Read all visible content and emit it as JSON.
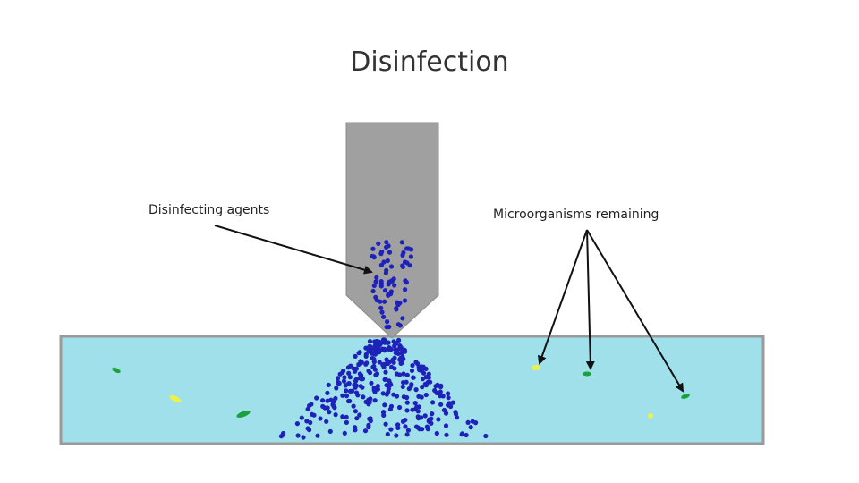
{
  "title": "Disinfection",
  "labels": {
    "agents": "Disinfecting agents",
    "microorganisms": "Microorganisms remaining"
  },
  "colors": {
    "nozzle": "#a0a0a0",
    "nozzle_stroke": "#8a8a8a",
    "channel_fill": "#9fe0ea",
    "channel_border": "#9a9a9a",
    "particle": "#1e22b8",
    "microbe_green": "#1aa13a",
    "microbe_yellow": "#eaf24a",
    "arrow": "#111111"
  },
  "icons": {
    "nozzle": "nozzle-shape",
    "arrow": "arrow-icon"
  }
}
